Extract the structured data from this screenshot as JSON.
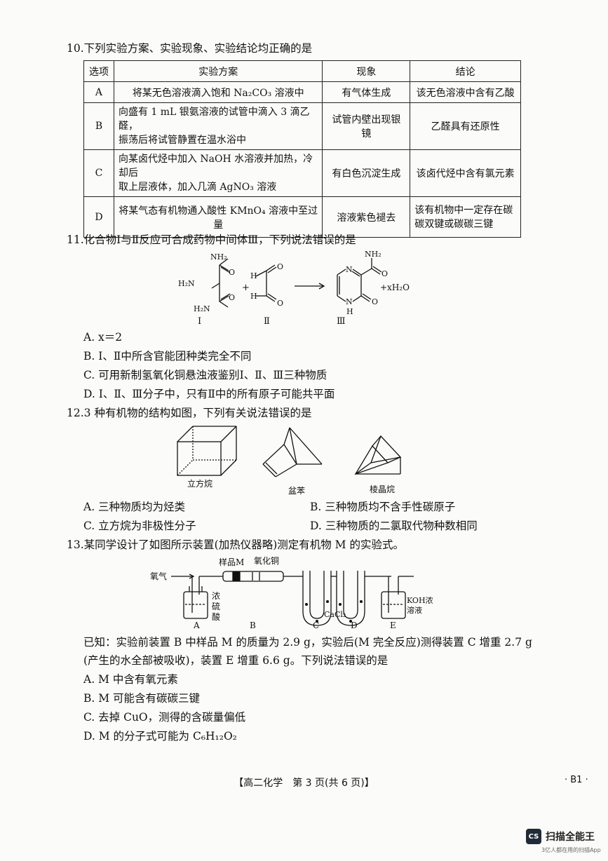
{
  "q10": {
    "stem": "10.下列实验方案、实验现象、实验结论均正确的是",
    "headers": [
      "选项",
      "实验方案",
      "现象",
      "结论"
    ],
    "rows": [
      {
        "opt": "A",
        "plan": "将某无色溶液滴入饱和 Na₂CO₃ 溶液中",
        "phen": "有气体生成",
        "concl": "该无色溶液中含有乙酸"
      },
      {
        "opt": "B",
        "plan1": "向盛有 1 mL 银氨溶液的试管中滴入 3 滴乙醛，",
        "plan2": "振荡后将试管静置在温水浴中",
        "phen": "试管内壁出现银镜",
        "concl": "乙醛具有还原性"
      },
      {
        "opt": "C",
        "plan1": "向某卤代烃中加入 NaOH 水溶液并加热，冷却后",
        "plan2": "取上层液体，加入几滴 AgNO₃ 溶液",
        "phen": "有白色沉淀生成",
        "concl": "该卤代烃中含有氯元素"
      },
      {
        "opt": "D",
        "plan": "将某气态有机物通入酸性 KMnO₄ 溶液中至过量",
        "phen": "溶液紫色褪去",
        "concl1": "该有机物中一定存在碳",
        "concl2": "碳双键或碳碳三键"
      }
    ]
  },
  "q11": {
    "stem": "11.化合物Ⅰ与Ⅱ反应可合成药物中间体Ⅲ，下列说法错误的是",
    "labels": {
      "c1": "Ⅰ",
      "c2": "Ⅱ",
      "c3": "Ⅲ",
      "nh2a": "NH₂",
      "h2n": "H₂N",
      "h2nb": "H₂N",
      "nh2c": "NH₂",
      "n": "N",
      "nh": "N",
      "h": "H",
      "plus": "+",
      "water": "+xH₂O",
      "h1": "H",
      "h2": "H"
    },
    "options": [
      "A. x＝2",
      "B. Ⅰ、Ⅱ中所含官能团种类完全不同",
      "C. 可用新制氢氧化铜悬浊液鉴别Ⅰ、Ⅱ、Ⅲ三种物质",
      "D. Ⅰ、Ⅱ、Ⅲ分子中，只有Ⅱ中的所有原子可能共平面"
    ]
  },
  "q12": {
    "stem": "12.3 种有机物的结构如图，下列有关说法错误的是",
    "names": [
      "立方烷",
      "盆苯",
      "棱晶烷"
    ],
    "options": [
      "A. 三种物质均为烃类",
      "B. 三种物质均不含手性碳原子",
      "C. 立方烷为非极性分子",
      "D. 三种物质的二氯取代物种数相同"
    ]
  },
  "q13": {
    "stem": "13.某同学设计了如图所示装置(加热仪器略)测定有机物 M 的实验式。",
    "labels": {
      "oxygen": "氧气",
      "sample": "样品M",
      "cuo": "氧化铜",
      "acid1": "浓",
      "acid2": "硫",
      "acid3": "酸",
      "cacl2": "CaCl₂",
      "koh1": "KOH浓",
      "koh2": "溶液",
      "A": "A",
      "B": "B",
      "C": "C",
      "D": "D",
      "E": "E"
    },
    "given1": "已知：实验前装置 B 中样品 M 的质量为 2.9 g，实验后(M 完全反应)测得装置 C 增重 2.7 g",
    "given2": "(产生的水全部被吸收)，装置 E 增重 6.6 g。下列说法错误的是",
    "options": [
      "A. M 中含有氧元素",
      "B. M 可能含有碳碳三键",
      "C. 去掉 CuO，测得的含碳量偏低",
      "D. M 的分子式可能为 C₆H₁₂O₂"
    ]
  },
  "footer": {
    "text": "【高二化学　第 3 页(共 6 页)】",
    "code": "· B1 ·"
  },
  "watermark": {
    "logo": "CS",
    "name": "扫描全能王",
    "tag": "3亿人都在用的扫描App"
  }
}
